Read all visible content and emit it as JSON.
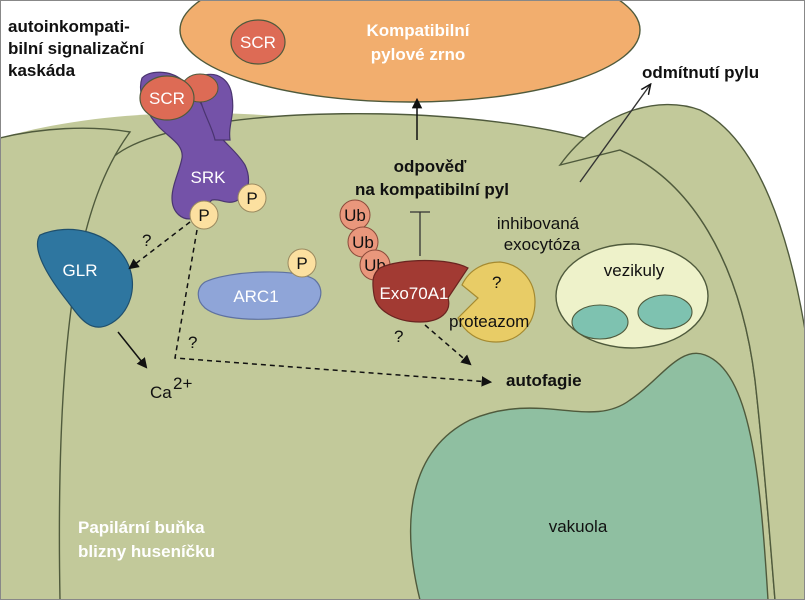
{
  "title_top_left": [
    "autoinkompati-",
    "bilní signalizační",
    "kaskáda"
  ],
  "pollen": {
    "title": [
      "Kompatibilní",
      "pylové zrno"
    ],
    "scr_label": "SCR"
  },
  "receptor": {
    "scr_label": "SCR",
    "srk_label": "SRK",
    "p_left": "P",
    "p_right": "P"
  },
  "glr": {
    "label": "GLR",
    "question": "?"
  },
  "calcium": {
    "label": "Ca",
    "superscript": "2+"
  },
  "arc1": {
    "label": "ARC1",
    "p": "P"
  },
  "dashed_path_question": "?",
  "response": [
    "odpověď",
    "na kompatibilní pyl"
  ],
  "rejection": "odmítnutí pylu",
  "ub_labels": [
    "Ub",
    "Ub",
    "Ub"
  ],
  "exo": {
    "label": "Exo70A1",
    "question": "?"
  },
  "proteasome": {
    "label": "proteazom",
    "question": "?"
  },
  "inhibited": [
    "inhibovaná",
    "exocytóza"
  ],
  "vesicles": "vezikuly",
  "autophagy": "autofagie",
  "vacuole": "vakuola",
  "cell_label": [
    "Papilární buňka",
    "blizny huseníčku"
  ],
  "colors": {
    "cell": "#c2c99a",
    "cell_outline": "#4f5a3c",
    "pollen": "#f2ae6e",
    "scr": "#dd6b55",
    "srk": "#7452a8",
    "phosphate": "#fce0a0",
    "glr": "#2e76a0",
    "arc1": "#8fa5d8",
    "ub": "#e9977c",
    "exo": "#a23a33",
    "proteasome": "#e8cc66",
    "vesicle_bag": "#eef2ca",
    "vesicle": "#7ec2b0",
    "vacuole": "#8fbfa1"
  }
}
